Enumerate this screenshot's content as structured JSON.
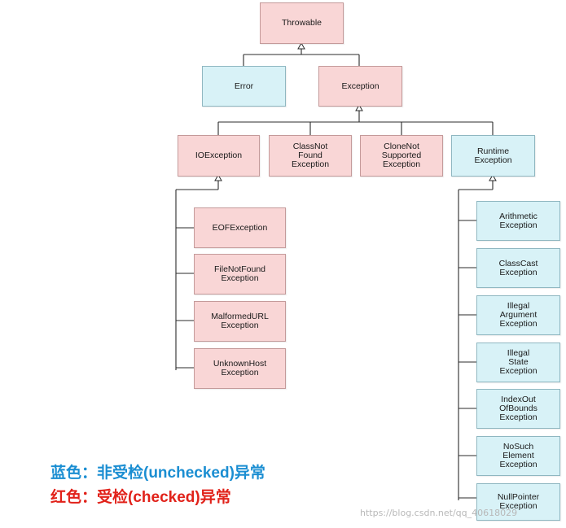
{
  "colors": {
    "unchecked_fill": "#d8f2f7",
    "checked_fill": "#f9d6d6",
    "legend_blue": "#1b8ed2",
    "legend_red": "#e1221a"
  },
  "nodes": {
    "throwable": {
      "label": "Throwable",
      "kind": "checked"
    },
    "error": {
      "label": "Error",
      "kind": "unchecked"
    },
    "exception": {
      "label": "Exception",
      "kind": "checked"
    },
    "ioexception": {
      "label": "IOException",
      "kind": "checked"
    },
    "classnotfound": {
      "label": "ClassNot\nFound\nException",
      "kind": "checked"
    },
    "clonenotsupported": {
      "label": "CloneNot\nSupported\nException",
      "kind": "checked"
    },
    "runtimeexception": {
      "label": "Runtime\nException",
      "kind": "unchecked"
    },
    "eofexception": {
      "label": "EOFException",
      "kind": "checked"
    },
    "filenotfound": {
      "label": "FileNotFound\nException",
      "kind": "checked"
    },
    "malformedurl": {
      "label": "MalformedURL\nException",
      "kind": "checked"
    },
    "unknownhost": {
      "label": "UnknownHost\nException",
      "kind": "checked"
    },
    "arithmetic": {
      "label": "Arithmetic\nException",
      "kind": "unchecked"
    },
    "classcast": {
      "label": "ClassCast\nException",
      "kind": "unchecked"
    },
    "illegalargument": {
      "label": "Illegal\nArgument\nException",
      "kind": "unchecked"
    },
    "illegalstate": {
      "label": "Illegal\nState\nException",
      "kind": "unchecked"
    },
    "indexoutofbounds": {
      "label": "IndexOut\nOfBounds\nException",
      "kind": "unchecked"
    },
    "nosuchelement": {
      "label": "NoSuch\nElement\nException",
      "kind": "unchecked"
    },
    "nullpointer": {
      "label": "NullPointer\nException",
      "kind": "unchecked"
    }
  },
  "edges": [
    [
      "error",
      "throwable"
    ],
    [
      "exception",
      "throwable"
    ],
    [
      "ioexception",
      "exception"
    ],
    [
      "classnotfound",
      "exception"
    ],
    [
      "clonenotsupported",
      "exception"
    ],
    [
      "runtimeexception",
      "exception"
    ],
    [
      "eofexception",
      "ioexception"
    ],
    [
      "filenotfound",
      "ioexception"
    ],
    [
      "malformedurl",
      "ioexception"
    ],
    [
      "unknownhost",
      "ioexception"
    ],
    [
      "arithmetic",
      "runtimeexception"
    ],
    [
      "classcast",
      "runtimeexception"
    ],
    [
      "illegalargument",
      "runtimeexception"
    ],
    [
      "illegalstate",
      "runtimeexception"
    ],
    [
      "indexoutofbounds",
      "runtimeexception"
    ],
    [
      "nosuchelement",
      "runtimeexception"
    ],
    [
      "nullpointer",
      "runtimeexception"
    ]
  ],
  "legend": {
    "unchecked": "蓝色：非受检(unchecked)异常",
    "checked": "红色：受检(checked)异常"
  },
  "watermark": "https://blog.csdn.net/qq_40618029"
}
